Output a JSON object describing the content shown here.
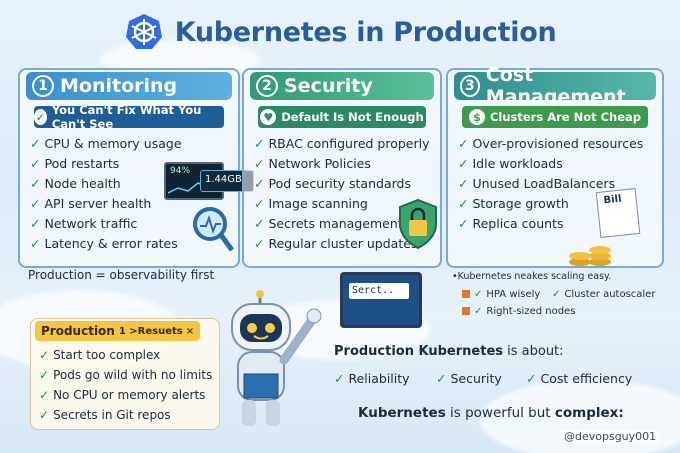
{
  "title": "Kubernetes in Production",
  "sections": [
    {
      "num": "1",
      "title": "Monitoring",
      "subtitle": "You Can't Fix What You Can't See",
      "items": [
        "CPU & memory usage",
        "Pod restarts",
        "Node health",
        "API server health",
        "Network traffic",
        "Latency & error rates"
      ],
      "footer": "Production = observability first",
      "dash": {
        "pct": "94%",
        "gb": "1.44GB"
      }
    },
    {
      "num": "2",
      "title": "Security",
      "subtitle": "Default Is Not Enough",
      "items": [
        "RBAC configured properly",
        "Network Policies",
        "Pod security standards",
        "Image scanning",
        "Secrets management",
        "Regular cluster updates"
      ]
    },
    {
      "num": "3",
      "title": "Cost Management",
      "subtitle": "Clusters Are Not Cheap",
      "items": [
        "Over-provisioned resources",
        "Idle workloads",
        "Unused LoadBalancers",
        "Storage growth",
        "Replica counts"
      ],
      "bill_label": "Bill"
    }
  ],
  "screen_text": "Serct..",
  "scaling": {
    "note": "•Kubernetes neakes scaling easy.",
    "items": [
      "HPA wisely",
      "Cluster autoscaler",
      "Right-sized nodes"
    ]
  },
  "production_box": {
    "title": "Production",
    "tag": "1 >Resuets",
    "close": "×",
    "items": [
      "Start too complex",
      "Pods go wild with no limits",
      "No CPU or memory alerts",
      "Secrets in Git repos"
    ]
  },
  "about": {
    "bold": "Production Kubernetes",
    "rest": " is about:"
  },
  "pillars": [
    "Reliability",
    "Security",
    "Cost efficiency"
  ],
  "closing": {
    "pre": "Kubernetes",
    "mid": " is powerful but ",
    "bold": "complex:"
  },
  "handle": "@devopsguy001",
  "colors": {
    "title": "#2b5c9e",
    "monitoring": "#3a8fcf",
    "security": "#2f9b74",
    "cost": "#2f8d8f",
    "check": "#2d8a3e"
  }
}
